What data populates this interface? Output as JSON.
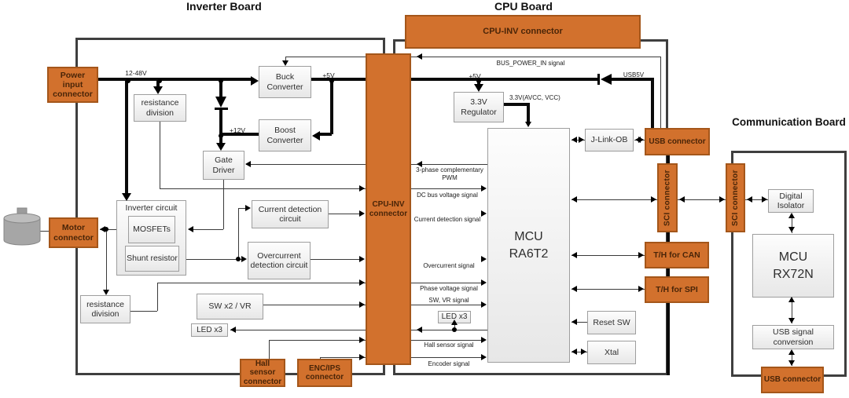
{
  "boards": {
    "inverter": {
      "title": "Inverter Board"
    },
    "cpu": {
      "title": "CPU Board"
    },
    "comm": {
      "title": "Communication Board"
    }
  },
  "connectors": {
    "power_input": "Power input connector",
    "motor": "Motor connector",
    "cpu_inv_top": "CPU-INV connector",
    "cpu_inv_side": "CPU-INV connector",
    "hall": "Hall sensor connector",
    "enc_ips": "ENC/IPS connector",
    "usb_cpu": "USB connector",
    "sci_cpu": "SCI connector",
    "sci_comm": "SCI connector",
    "usb_comm": "USB connector"
  },
  "blocks": {
    "resistance_division_top": "resistance division",
    "buck": "Buck Converter",
    "boost": "Boost Converter",
    "gate_driver": "Gate Driver",
    "inverter_circuit": "Inverter circuit",
    "mosfets": "MOSFETs",
    "shunt_resistor": "Shunt resistor",
    "current_detection": "Current detection circuit",
    "overcurrent_detection": "Overcurrent detection circuit",
    "resistance_division_bottom": "resistance division",
    "sw_vr": "SW x2 / VR",
    "led_inv": "LED x3",
    "regulator_3v3": "3.3V Regulator",
    "mcu_ra6t2": {
      "name": "MCU",
      "model": "RA6T2"
    },
    "led_cpu": "LED x3",
    "jlink": "J-Link-OB",
    "th_can": "T/H for CAN",
    "th_spi": "T/H for SPI",
    "reset_sw": "Reset SW",
    "xtal": "Xtal",
    "digital_isolator": "Digital Isolator",
    "mcu_rx72n": {
      "name": "MCU",
      "model": "RX72N"
    },
    "usb_signal_conversion": "USB signal conversion"
  },
  "power_labels": {
    "bus_voltage": "12-48V",
    "plus5v_inverter": "+5V",
    "plus12v": "+12V",
    "plus5v_cpu": "+5V",
    "avcc": "3.3V(AVCC, VCC)",
    "bus_power_in": "BUS_POWER_IN signal",
    "usb5v": "USB5V"
  },
  "signal_labels": {
    "pwm": "3-phase complementary PWM",
    "dc_bus": "DC bus voltage signal",
    "current": "Current detection signal",
    "overcurrent": "Overcurrent signal",
    "phase": "Phase voltage signal",
    "sw_vr": "SW, VR signal",
    "hall": "Hall sensor signal",
    "encoder": "Encoder signal"
  },
  "colors": {
    "connector_fill": "#d2712d",
    "connector_border": "#a4561a",
    "connector_text": "#4a2508",
    "board_border": "#3f3f3f",
    "block_border": "#9e9e9e",
    "line": "#3a3a3a"
  }
}
